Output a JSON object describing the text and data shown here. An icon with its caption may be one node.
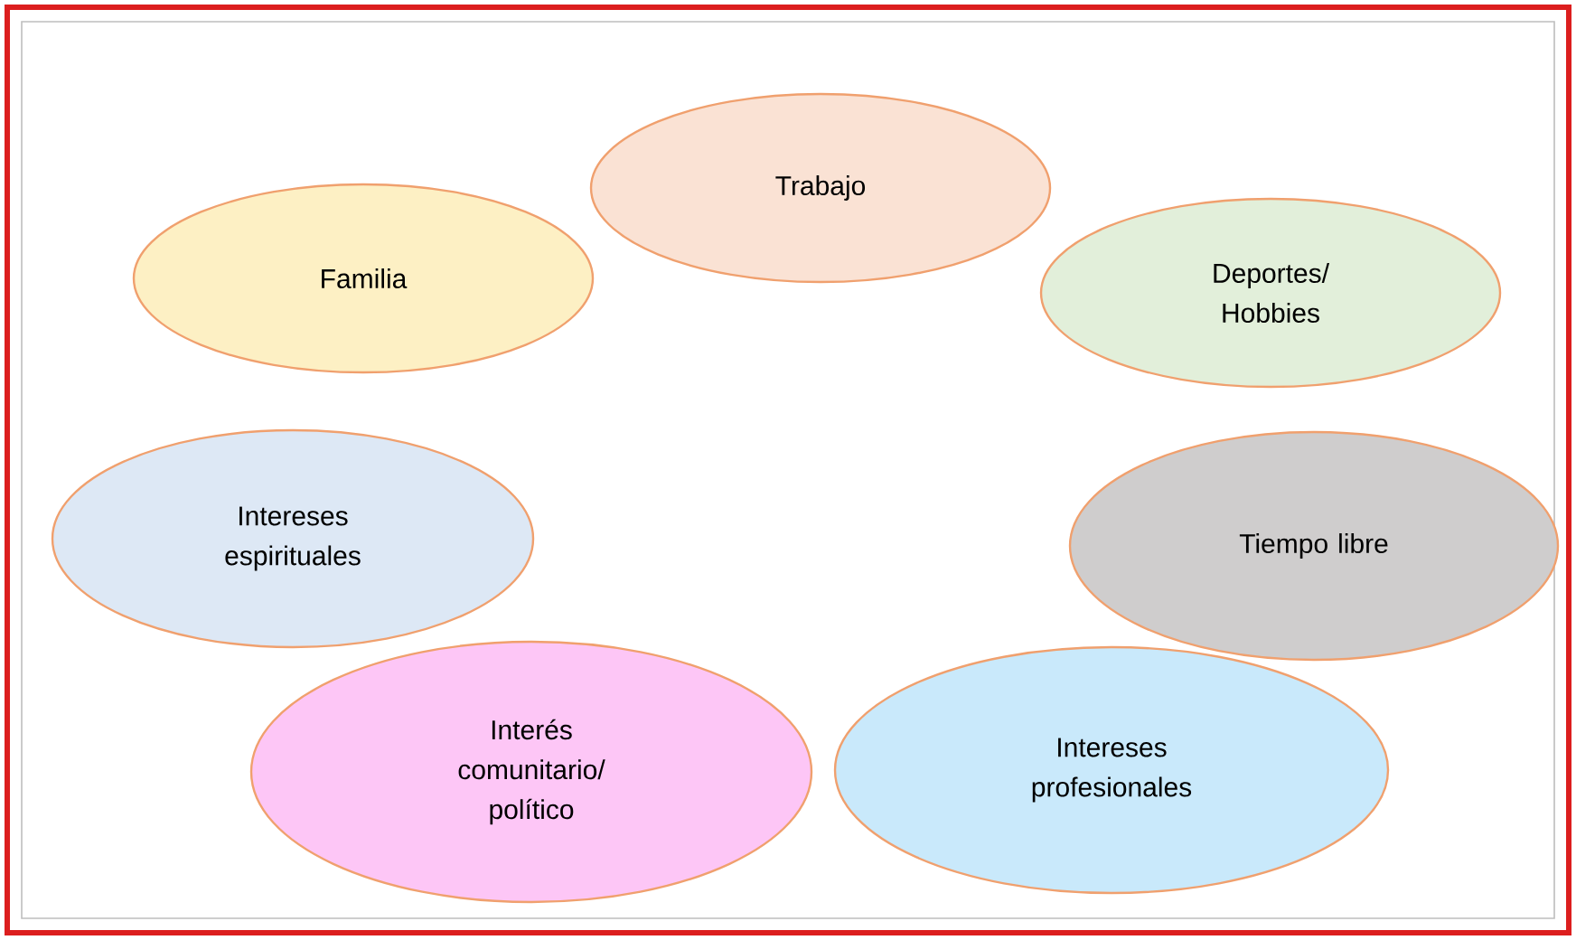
{
  "diagram": {
    "nodes": [
      {
        "text": [
          "Trabajo"
        ]
      },
      {
        "text": [
          "Familia"
        ]
      },
      {
        "text": [
          "Deportes/ Hobbies"
        ]
      },
      {
        "text": [
          "Intereses espirituales"
        ]
      },
      {
        "text": [
          "Tiempo libre"
        ]
      },
      {
        "text": [
          "Interés comunitario/ político"
        ]
      },
      {
        "text": [
          "Intereses profesionales"
        ]
      }
    ]
  }
}
